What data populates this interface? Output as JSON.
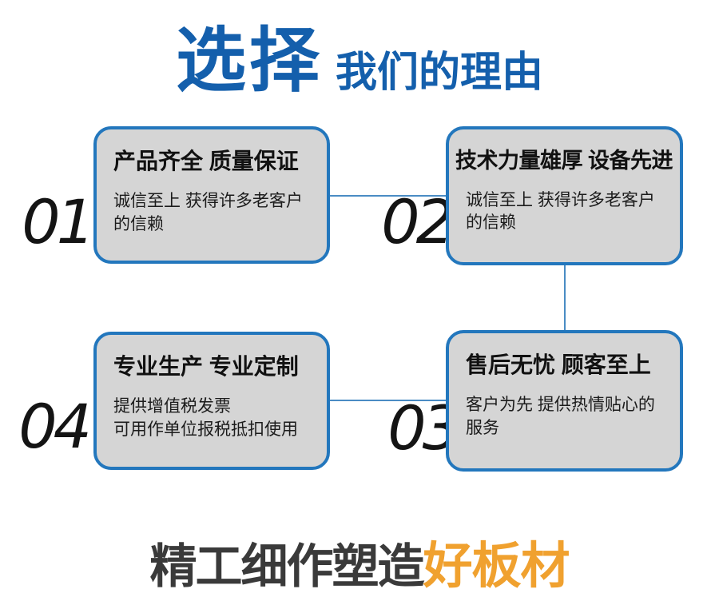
{
  "header": {
    "title_primary": "选择",
    "title_secondary": "我们的理由"
  },
  "cards": [
    {
      "number": "01",
      "title": "产品齐全 质量保证",
      "desc_lines": [
        "诚信至上 获得许多老客户",
        "的信赖"
      ]
    },
    {
      "number": "02",
      "title": "技术力量雄厚 设备先进",
      "desc_lines": [
        "诚信至上 获得许多老客户",
        "的信赖"
      ]
    },
    {
      "number": "03",
      "title": "售后无忧 顾客至上",
      "desc_lines": [
        "客户为先 提供热情贴心的",
        "服务"
      ]
    },
    {
      "number": "04",
      "title": "专业生产 专业定制",
      "desc_lines": [
        "提供增值税发票",
        "可用作单位报税抵扣使用"
      ]
    }
  ],
  "footer": {
    "text_dark": "精工细作塑造",
    "text_accent": "好板材"
  },
  "colors": {
    "title_blue": "#145fac",
    "card_border_blue": "#2377bd",
    "card_fill_gray": "#d5d5d5",
    "connector_blue": "#4a8cc4",
    "accent_orange": "#f0a12f",
    "footer_dark": "#3a3a3a",
    "number_black": "#141414"
  }
}
